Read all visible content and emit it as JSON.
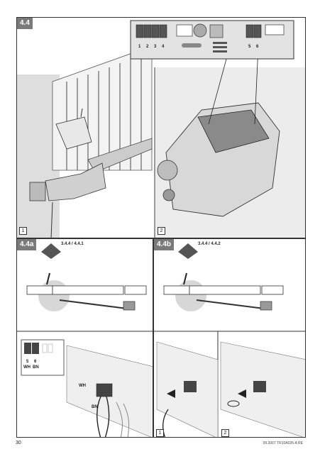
{
  "sections": {
    "main": {
      "label": "4.4"
    },
    "a": {
      "label": "4.4a",
      "ref": "3.4.4 / 4.4.1"
    },
    "b": {
      "label": "4.4b",
      "ref": "3.4.4 / 4.4.2"
    }
  },
  "steps": {
    "s1": "1",
    "s2": "2",
    "s3": "1",
    "s4": "2"
  },
  "terminal_board": {
    "left_numbers": [
      "1",
      "2",
      "3",
      "4"
    ],
    "right_numbers": [
      "5",
      "6"
    ]
  },
  "wiring": {
    "numbers": [
      "5",
      "6"
    ],
    "codes": [
      "WH",
      "BN"
    ],
    "wire_wh": "WH",
    "wire_bn": "BN"
  },
  "footer": {
    "page": "30",
    "doc": "09.2007  TR10A026-A  RE"
  }
}
